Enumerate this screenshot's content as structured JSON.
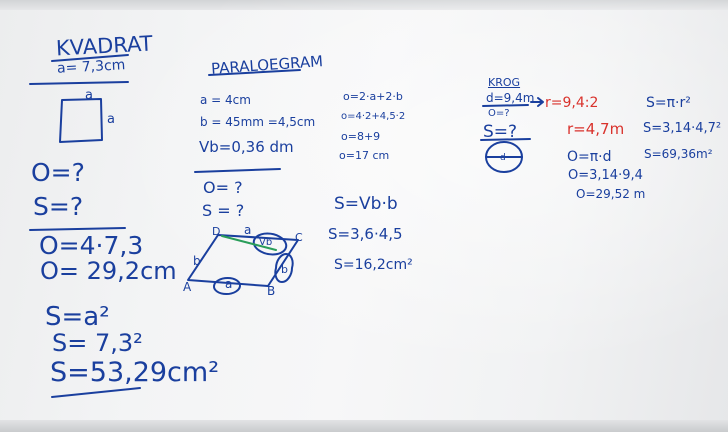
{
  "kvadrat": {
    "title": "KVADRAT",
    "given": "a= 7,3cm",
    "side_label": "a",
    "top_label": "a",
    "o_question": "O=?",
    "s_question": "S=?",
    "o_formula": "O=4·7,3",
    "o_result": "O= 29,2cm",
    "s_formula": "S=a²",
    "s_substituted": "S= 7,3²",
    "s_result": "S=53,29cm²"
  },
  "paralelogram": {
    "title": "PARALOEGRAM",
    "a_value": "a = 4cm",
    "b_value": "b = 45mm =4,5cm",
    "vb_value": "Vb=0,36 dm",
    "o_question": "O= ?",
    "s_question": "S = ?",
    "perimeter_steps": [
      "o=2·a+2·b",
      "o=4·2+4,5·2",
      "o=8+9",
      "o=17 cm"
    ],
    "area_formula": "S=Vb·b",
    "area_substituted": "S=3,6·4,5",
    "area_result": "S=16,2cm²",
    "vertices": [
      "A",
      "B",
      "C",
      "D"
    ],
    "side_labels": [
      "a",
      "b",
      "a",
      "b"
    ],
    "height_label": "Vb"
  },
  "krog": {
    "title": "KROG",
    "d_value": "d=9,4m",
    "o_question": "O=?",
    "s_question": "S=?",
    "radius_calc": "r=9,4:2",
    "radius_result": "r=4,7m",
    "circle_label": "d",
    "o_formula": "O=π·d",
    "o_substituted": "O=3,14·9,4",
    "o_result": "O=29,52 m",
    "s_formula": "S=π·r²",
    "s_substituted": "S=3,14·4,7²",
    "s_result": "S=69,36m²"
  },
  "colors": {
    "ink_blue": "#1a3f9e",
    "ink_red": "#d9322c",
    "ink_green": "#2a9d5a",
    "board": "#f4f5f6"
  }
}
